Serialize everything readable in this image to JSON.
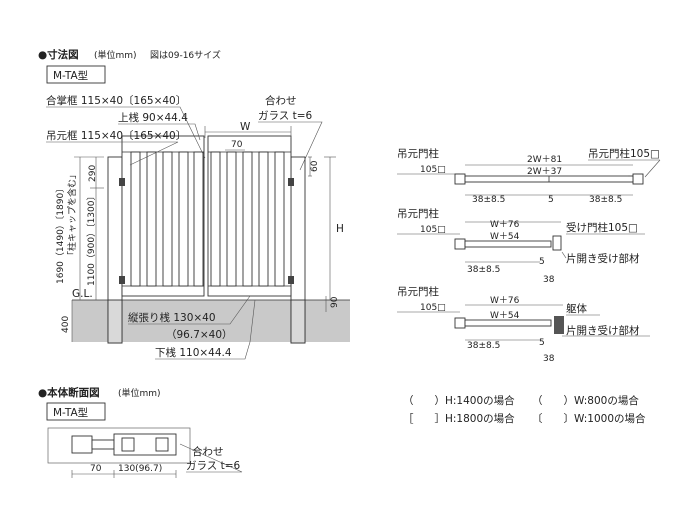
{
  "header": {
    "title1": "●寸法図",
    "title1_unit": "(単位mm)",
    "title1_note": "図は09-16サイズ",
    "model1": "M-TA型",
    "title2": "●本体断面図",
    "title2_unit": "(単位mm)",
    "model2": "M-TA型"
  },
  "front_view": {
    "gasshou": "合掌框 115×40〔165×40〕",
    "uwasan": "上桟 90×44.4",
    "tsurimoto_waku": "吊元框 115×40〔165×40〕",
    "awase1": "合わせ",
    "awase2": "ガラス t=6",
    "w": "W",
    "d70": "70",
    "d60": "60",
    "h": "H",
    "d290": "290",
    "d1100": "1100（900）〔1300〕",
    "d1690": "1690（1490）〔1890〕",
    "cap": "「柱キャップを含む」",
    "gl": "G.L.",
    "d400": "400",
    "d90": "90",
    "tatebari1": "縦張り桟 130×40",
    "tatebari2": "（96.7×40）",
    "shitasan": "下桟 110×44.4"
  },
  "plan_views": {
    "p1_left_title": "吊元門柱",
    "p1_left_size": "105□",
    "p1_right_title": "吊元門柱105□",
    "p1_outer": "2W＋81",
    "p1_inner": "2W＋37",
    "p1_bl": "38±8.5",
    "p1_bc": "5",
    "p1_br": "38±8.5",
    "p2_left_title": "吊元門柱",
    "p2_left_size": "105□",
    "p2_right_title": "受け門柱105□",
    "p2_outer": "W＋76",
    "p2_inner": "W＋54",
    "p2_bl": "38±8.5",
    "p2_b5": "5",
    "p2_b38": "38",
    "p2_right_note": "片開き受け部材",
    "p3_left_title": "吊元門柱",
    "p3_left_size": "105□",
    "p3_right_title": "躯体",
    "p3_outer": "W＋76",
    "p3_inner": "W＋54",
    "p3_bl": "38±8.5",
    "p3_b5": "5",
    "p3_b38": "38",
    "p3_right_note": "片開き受け部材"
  },
  "section": {
    "d70": "70",
    "d130": "130(96.7)",
    "awase1": "合わせ",
    "awase2": "ガラス t=6"
  },
  "legend": {
    "row1_left": "（　　）H:1400の場合",
    "row1_right": "（　　）W:800の場合",
    "row2_left": "［　　］H:1800の場合",
    "row2_right": "〔　　〕W:1000の場合"
  }
}
